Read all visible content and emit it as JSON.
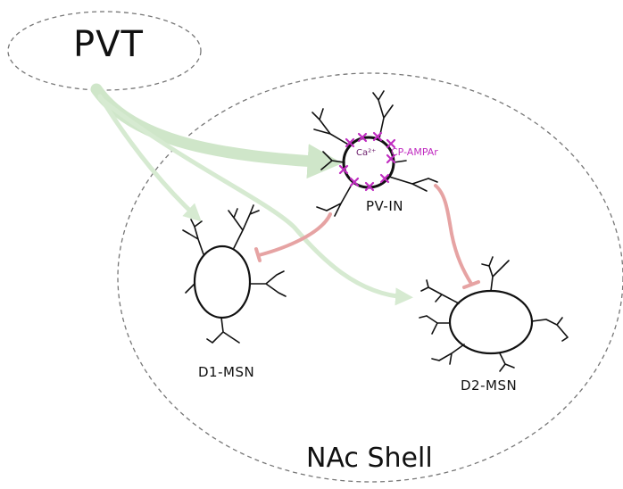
{
  "labels": {
    "pvt": "PVT",
    "nac_shell": "NAc Shell",
    "pv_in": "PV-IN",
    "d1_msn": "D1-MSN",
    "d2_msn": "D2-MSN",
    "calcium": "Ca²⁺",
    "receptor": "CP-AMPAr"
  },
  "colors": {
    "excitatory_projection": "#cfe6c9",
    "inhibitory_projection": "#e6a3a3",
    "receptor": "#c02cc0",
    "region_outline": "#777777",
    "neuron_outline": "#111111"
  }
}
